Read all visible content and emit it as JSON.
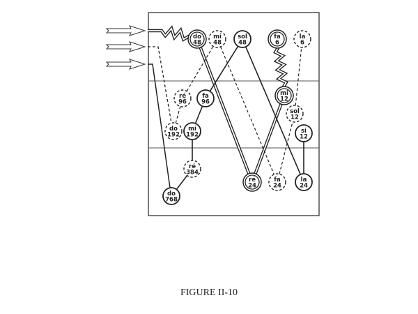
{
  "caption": "FIGURE II-10",
  "nodes": [
    {
      "id": "do48",
      "note": "do",
      "num": "48",
      "style": "double"
    },
    {
      "id": "mi48",
      "note": "mi",
      "num": "48",
      "style": "dashed"
    },
    {
      "id": "sol48",
      "note": "sol",
      "num": "48",
      "style": "solid"
    },
    {
      "id": "fa6",
      "note": "fa",
      "num": "6",
      "style": "double"
    },
    {
      "id": "la6",
      "note": "la",
      "num": "6",
      "style": "dashed"
    },
    {
      "id": "re96",
      "note": "ré",
      "num": "96",
      "style": "dashed"
    },
    {
      "id": "fa96",
      "note": "fa",
      "num": "96",
      "style": "solid"
    },
    {
      "id": "mi12",
      "note": "mi",
      "num": "12",
      "style": "double"
    },
    {
      "id": "sol12",
      "note": "sol",
      "num": "12",
      "style": "dashed"
    },
    {
      "id": "si12",
      "note": "si",
      "num": "12",
      "style": "solid"
    },
    {
      "id": "do192",
      "note": "do",
      "num": "192",
      "style": "dashed"
    },
    {
      "id": "mi192",
      "note": "mi",
      "num": "192",
      "style": "solid"
    },
    {
      "id": "re384",
      "note": "ré",
      "num": "384",
      "style": "dashed"
    },
    {
      "id": "do768",
      "note": "do",
      "num": "768",
      "style": "solid"
    },
    {
      "id": "re24",
      "note": "ré",
      "num": "24",
      "style": "double"
    },
    {
      "id": "fa24",
      "note": "fa",
      "num": "24",
      "style": "dashed"
    },
    {
      "id": "la24",
      "note": "la",
      "num": "24",
      "style": "solid"
    }
  ],
  "edges": [
    {
      "from": "do48",
      "to": "re24",
      "style": "double"
    },
    {
      "from": "re24",
      "to": "mi12",
      "style": "double"
    },
    {
      "from": "mi12",
      "to": "fa6",
      "style": "spring"
    },
    {
      "from": "do192",
      "to": "re96",
      "style": "dashed"
    },
    {
      "from": "re96",
      "to": "mi48",
      "style": "dashed"
    },
    {
      "from": "mi48",
      "to": "fa24",
      "style": "dashed"
    },
    {
      "from": "fa24",
      "to": "sol12",
      "style": "dashed"
    },
    {
      "from": "sol12",
      "to": "la6",
      "style": "dashed"
    },
    {
      "from": "do768",
      "to": "re384",
      "style": "solid"
    },
    {
      "from": "re384",
      "to": "mi192",
      "style": "solid"
    },
    {
      "from": "mi192",
      "to": "fa96",
      "style": "solid"
    },
    {
      "from": "fa96",
      "to": "sol48",
      "style": "solid"
    },
    {
      "from": "sol48",
      "to": "la24",
      "style": "solid"
    },
    {
      "from": "la24",
      "to": "si12",
      "style": "solid"
    }
  ]
}
